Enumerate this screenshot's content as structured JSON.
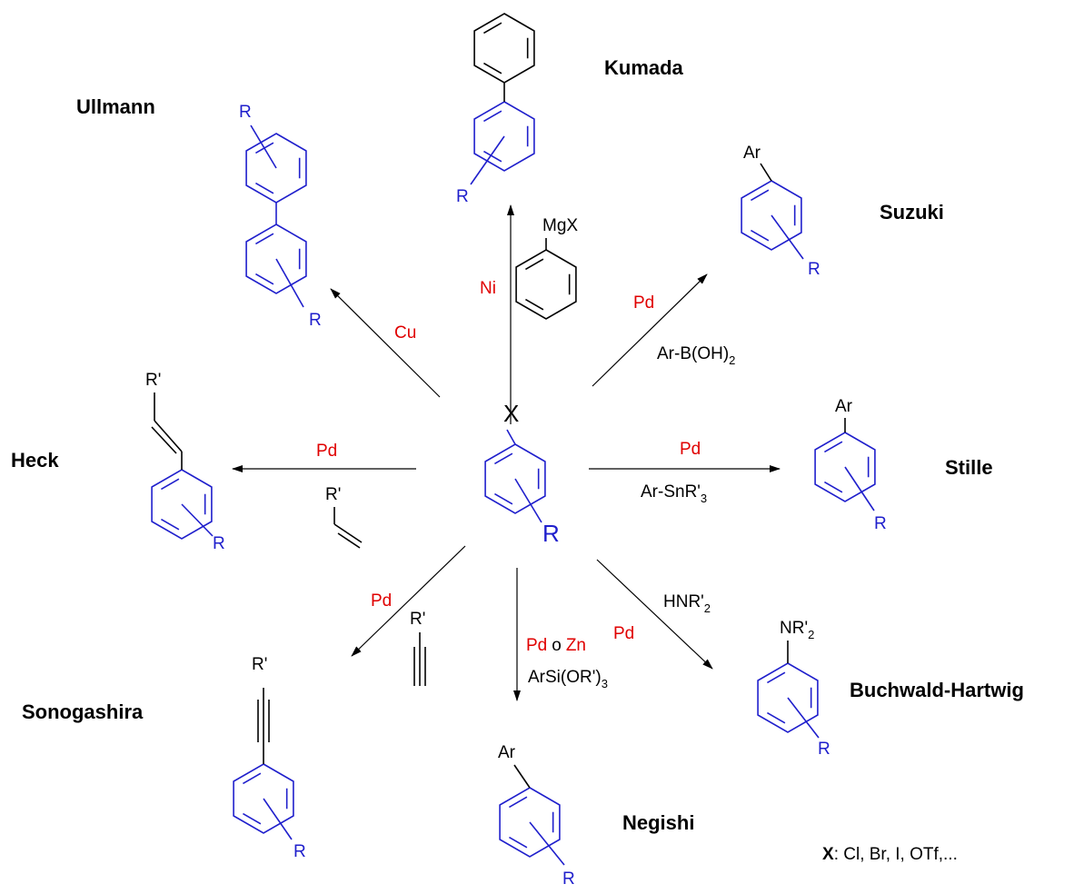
{
  "colors": {
    "black": "#000000",
    "blue": "#1f1fcc",
    "red": "#e00000"
  },
  "center": {
    "sub": "X",
    "r": "R"
  },
  "reactions": {
    "kumada": {
      "name": "Kumada",
      "catalyst": "Ni",
      "reagent_label": "MgX",
      "r": "R"
    },
    "suzuki": {
      "name": "Suzuki",
      "catalyst": "Pd",
      "reagent_pre": "Ar-B(OH)",
      "reagent_sub": "2",
      "product_sub": "Ar",
      "r": "R"
    },
    "stille": {
      "name": "Stille",
      "catalyst": "Pd",
      "reagent_pre": "Ar-SnR'",
      "reagent_sub": "3",
      "product_sub": "Ar",
      "r": "R"
    },
    "buchwald": {
      "name": "Buchwald-Hartwig",
      "catalyst": "Pd",
      "reagent_pre": "HNR'",
      "reagent_sub": "2",
      "product_pre": "NR'",
      "product_sub": "2",
      "r": "R"
    },
    "negishi": {
      "name": "Negishi",
      "catalyst_a": "Pd",
      "catalyst_o": "o",
      "catalyst_b": "Zn",
      "reagent_pre": "ArSi(OR')",
      "reagent_sub": "3",
      "product_sub": "Ar",
      "r": "R"
    },
    "sonogashira": {
      "name": "Sonogashira",
      "catalyst": "Pd",
      "reagent_r": "R'",
      "product_r1": "R'",
      "r": "R"
    },
    "heck": {
      "name": "Heck",
      "catalyst": "Pd",
      "reagent_r": "R'",
      "product_r1": "R'",
      "r": "R"
    },
    "ullmann": {
      "name": "Ullmann",
      "catalyst": "Cu",
      "r_top": "R",
      "r_bottom": "R"
    }
  },
  "footnote": {
    "bold": "X",
    "rest": ": Cl, Br, I, OTf,..."
  }
}
